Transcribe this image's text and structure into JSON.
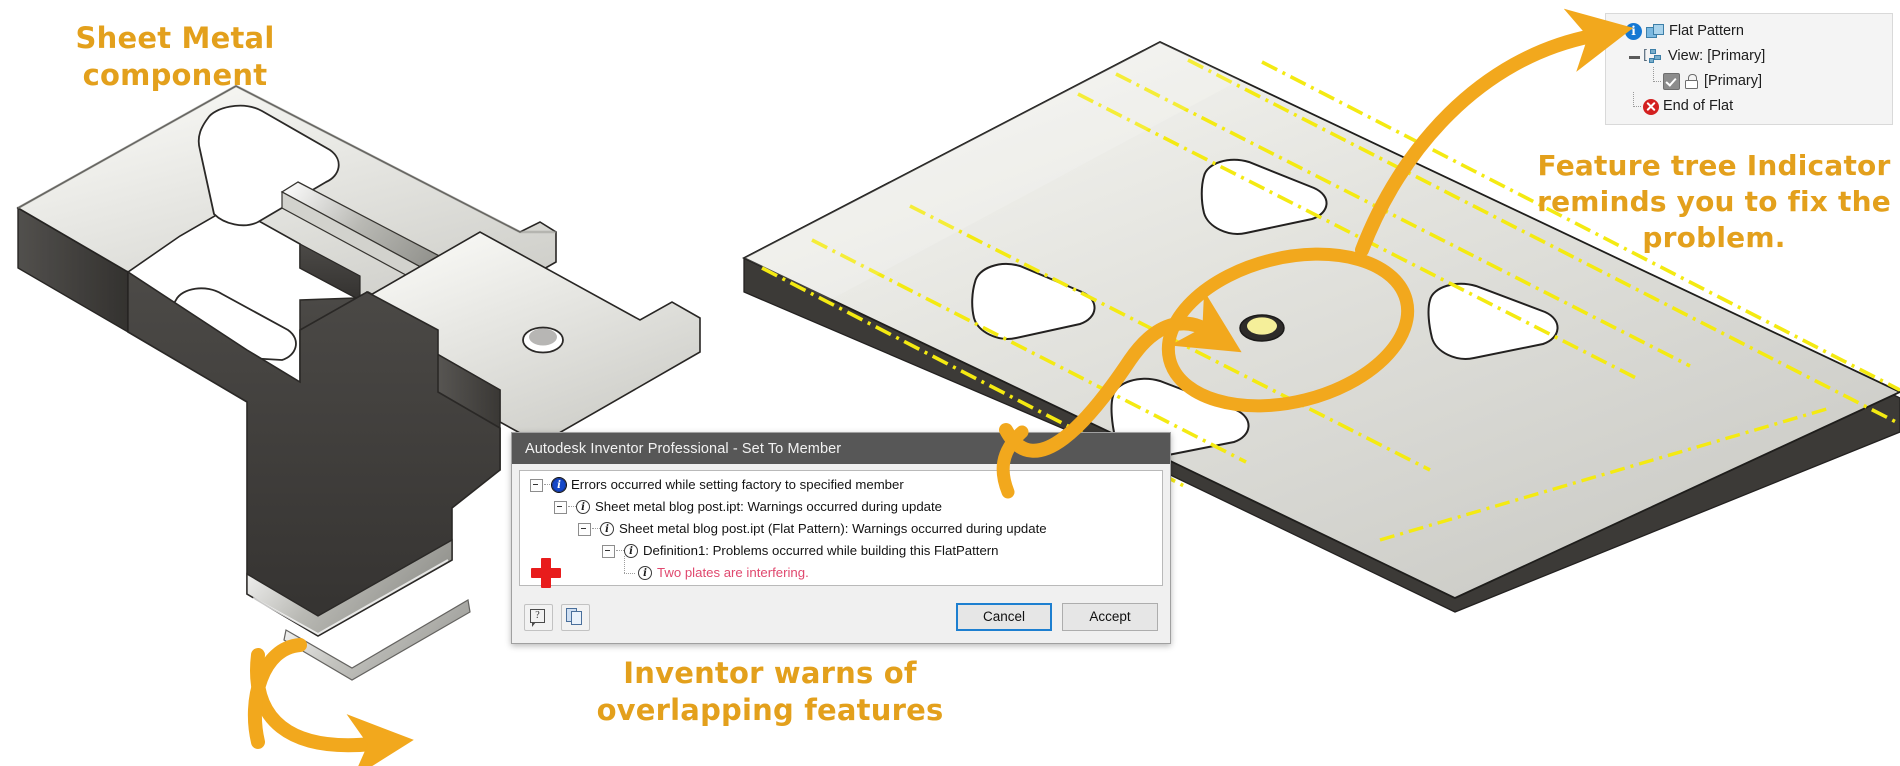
{
  "meta": {
    "app": "Autodesk Inventor Professional",
    "accent_orange": "#E3A01C",
    "arrow_orange": "#F2A81D",
    "bend_line_yellow": "#F4EA12",
    "error_red": "#E0486E",
    "marker_red": "#E81C1C"
  },
  "annotations": {
    "sheet_metal": "Sheet Metal\ncomponent",
    "feature_tree": "Feature tree Indicator\nreminds you to fix the\nproblem.",
    "inventor_warns": "Inventor warns of\noverlapping features"
  },
  "feature_tree": {
    "rows": [
      {
        "label": "Flat Pattern",
        "icons": [
          "info-icon",
          "flat-pattern-icon"
        ],
        "expander": "minus"
      },
      {
        "label": "View: [Primary]",
        "icons": [
          "view-icon"
        ],
        "expander": "minus"
      },
      {
        "label": "[Primary]",
        "icons": [
          "checkbox-checked-icon",
          "lock-icon"
        ],
        "expander": "none"
      },
      {
        "label": "End of Flat",
        "icons": [
          "error-x-icon"
        ],
        "expander": "none"
      }
    ]
  },
  "dialog": {
    "title": "Autodesk Inventor Professional - Set To Member",
    "tree": [
      {
        "level": 0,
        "icon": "info-icon-selected",
        "text": "Errors occurred while setting factory to specified member",
        "error": false
      },
      {
        "level": 1,
        "icon": "info-icon",
        "text": "Sheet metal blog post.ipt: Warnings occurred during update",
        "error": false
      },
      {
        "level": 2,
        "icon": "info-icon",
        "text": "Sheet metal blog post.ipt (Flat Pattern): Warnings occurred during update",
        "error": false
      },
      {
        "level": 3,
        "icon": "info-icon",
        "text": "Definition1: Problems occurred while building this FlatPattern",
        "error": false
      },
      {
        "level": 4,
        "icon": "info-icon",
        "text": "Two plates are interfering.",
        "error": true
      }
    ],
    "footer": {
      "help_icon": "help-icon",
      "copy_icon": "copy-to-clipboard-icon",
      "cancel_label": "Cancel",
      "accept_label": "Accept"
    }
  }
}
